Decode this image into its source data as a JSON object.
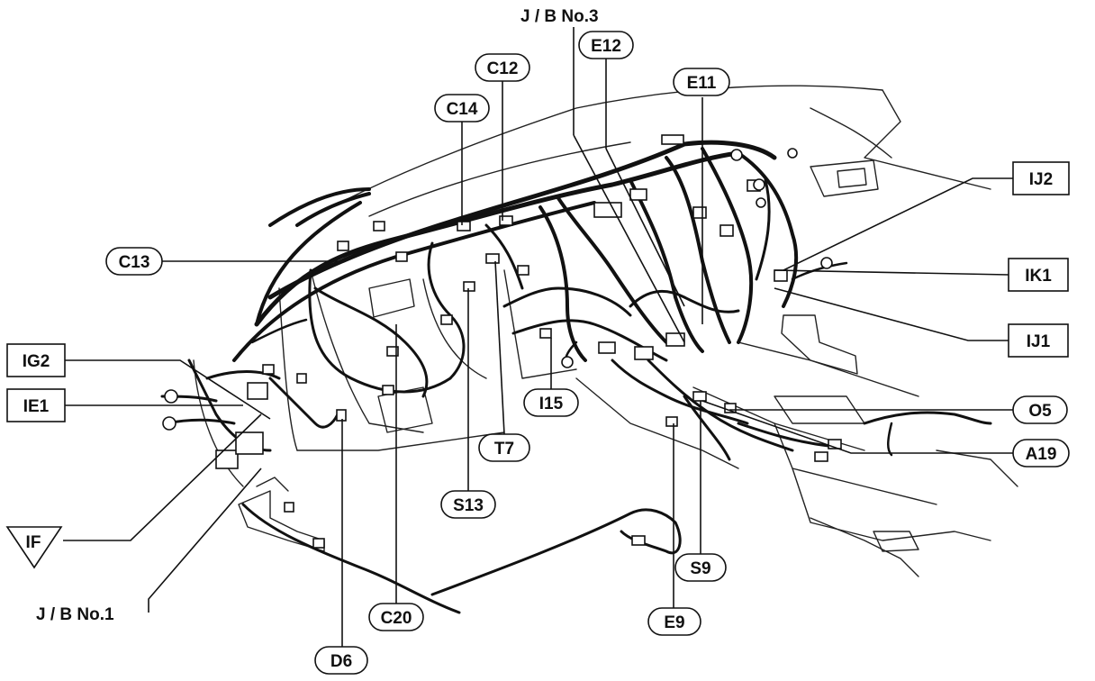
{
  "labels": {
    "jb3": "J / B No.3",
    "jb1": "J / B No.1",
    "e12": "E12",
    "c12": "C12",
    "c14": "C14",
    "e11": "E11",
    "ij2": "IJ2",
    "c13": "C13",
    "ik1": "IK1",
    "ij1": "IJ1",
    "ig2": "IG2",
    "ie1": "IE1",
    "i15": "I15",
    "o5": "O5",
    "t7": "T7",
    "a19": "A19",
    "s13": "S13",
    "s9": "S9",
    "if": "IF",
    "c20": "C20",
    "e9": "E9",
    "d6": "D6"
  }
}
